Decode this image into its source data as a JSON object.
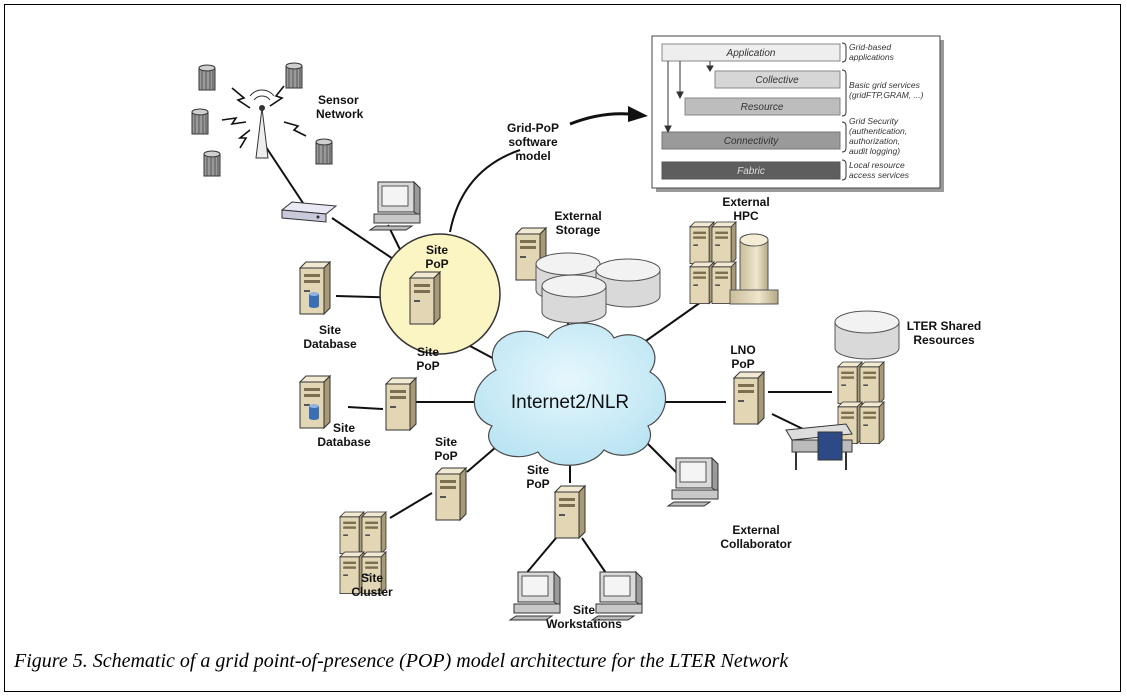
{
  "caption": "Figure 5. Schematic of a grid point-of-presence (POP) model architecture for the LTER Network",
  "cloud": {
    "label": "Internet2/NLR"
  },
  "labels": {
    "sensor_network": [
      "Sensor",
      "Network"
    ],
    "grid_pop_model": [
      "Grid-PoP",
      "software",
      "model"
    ],
    "site_pop_main": [
      "Site",
      "PoP"
    ],
    "site_database_1": [
      "Site",
      "Database"
    ],
    "site_pop_2": [
      "Site",
      "PoP"
    ],
    "site_database_2": [
      "Site",
      "Database"
    ],
    "site_pop_3": [
      "Site",
      "PoP"
    ],
    "site_cluster": [
      "Site",
      "Cluster"
    ],
    "site_pop_4": [
      "Site",
      "PoP"
    ],
    "site_workstations": [
      "Site",
      "Workstations"
    ],
    "external_storage": [
      "External",
      "Storage"
    ],
    "external_hpc": [
      "External",
      "HPC"
    ],
    "lno_pop": [
      "LNO",
      "PoP"
    ],
    "lter_shared": [
      "LTER Shared",
      "Resources"
    ],
    "external_collaborator": [
      "External",
      "Collaborator"
    ]
  },
  "stack": {
    "layers": [
      {
        "name": "Application",
        "color": "#eeeeee"
      },
      {
        "name": "Collective",
        "color": "#d6d6d6"
      },
      {
        "name": "Resource",
        "color": "#bdbdbd"
      },
      {
        "name": "Connectivity",
        "color": "#9a9a9a"
      },
      {
        "name": "Fabric",
        "color": "#5e5e5e"
      }
    ],
    "descriptions": [
      [
        "Grid-based",
        "applications"
      ],
      [
        "Basic grid services",
        "(gridFTP,GRAM, ...)"
      ],
      [
        "Grid Security",
        "(authentication,",
        "authorization,",
        "audit logging)"
      ],
      [
        "Local resource",
        "access services"
      ]
    ]
  }
}
